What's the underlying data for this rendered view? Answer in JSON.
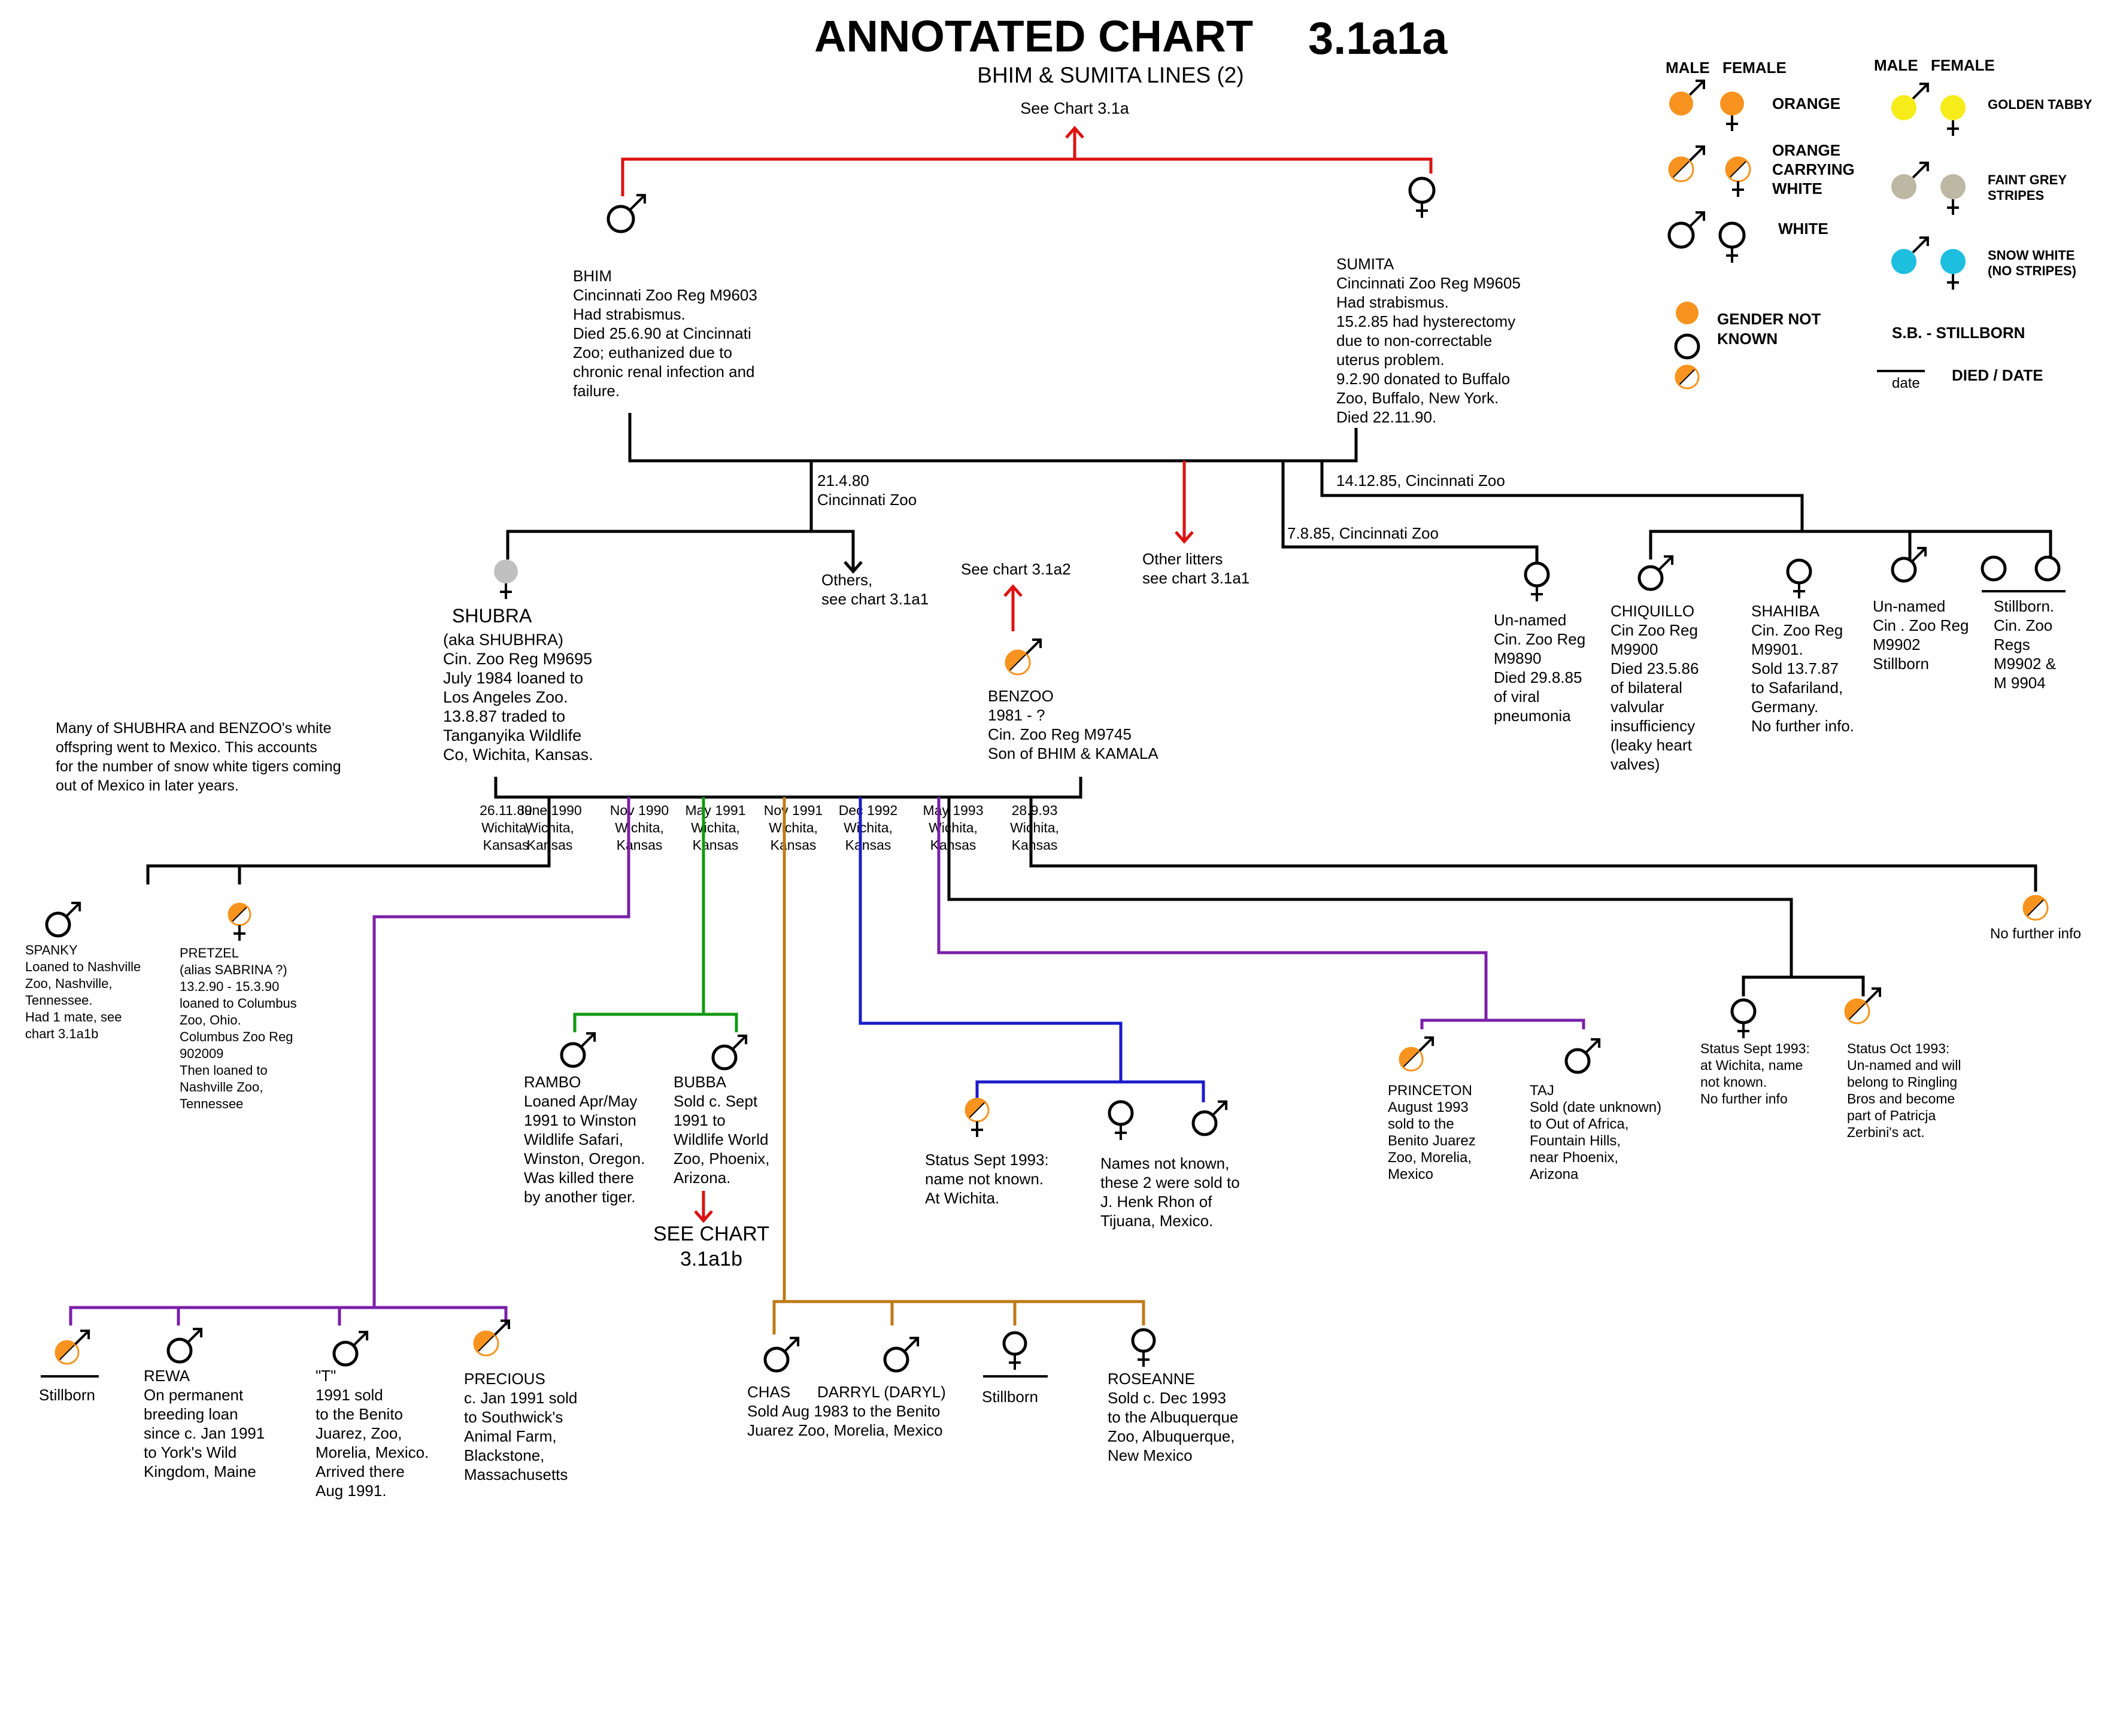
{
  "title": "ANNOTATED CHART",
  "title_number": "3.1a1a",
  "subtitle": "BHIM & SUMITA LINES (2)",
  "top_ref": "See Chart 3.1a",
  "colors": {
    "black": "#000000",
    "red": "#dd1111",
    "purple": "#7a1fa8",
    "green": "#119911",
    "brown": "#bf7a14",
    "blue": "#1a1acc",
    "orange": "#f7931e",
    "golden": "#f5ec1a",
    "grey": "#bdb8a3",
    "cyan": "#1ebedf",
    "shubra_grey": "#c0c0c0"
  },
  "legend": {
    "male": "MALE",
    "female": "FEMALE",
    "orange": "ORANGE",
    "orange_white_1": "ORANGE",
    "orange_white_2": "CARRYING",
    "orange_white_3": "WHITE",
    "white": "WHITE",
    "golden": "GOLDEN TABBY",
    "grey_1": "FAINT GREY",
    "grey_2": "STRIPES",
    "snow_1": "SNOW WHITE",
    "snow_2": "(NO STRIPES)",
    "gnk_1": "GENDER NOT",
    "gnk_2": "KNOWN",
    "sb": "S.B.  - STILLBORN",
    "date": "date",
    "died": "DIED / DATE"
  },
  "bhim": [
    "BHIM",
    "Cincinnati Zoo Reg M9603",
    "Had strabismus.",
    "Died 25.6.90 at Cincinnati",
    "Zoo; euthanized due to",
    "chronic renal infection and",
    "failure."
  ],
  "sumita": [
    "SUMITA",
    "Cincinnati Zoo Reg M9605",
    "Had strabismus.",
    "15.2.85 had hysterectomy",
    "due to non-correctable",
    "uterus problem.",
    "9.2.90 donated to Buffalo",
    "Zoo, Buffalo, New York.",
    "Died 22.11.90."
  ],
  "litter_1980": [
    "21.4.80",
    "Cincinnati Zoo"
  ],
  "others": [
    "Others,",
    "see chart 3.1a1"
  ],
  "see_312": "See chart 3.1a2",
  "other_litters": [
    "Other litters",
    "see chart 3.1a1"
  ],
  "litter_785": "7.8.85, Cincinnati Zoo",
  "litter_1412": "14.12.85, Cincinnati Zoo",
  "shubra_name": "SHUBRA",
  "shubra": [
    "(aka SHUBHRA)",
    "Cin. Zoo Reg M9695",
    "July 1984 loaned to",
    "Los Angeles Zoo.",
    "13.8.87 traded to",
    "Tanganyika Wildlife",
    "Co, Wichita, Kansas."
  ],
  "benzoo": [
    "BENZOO",
    "1981 - ?",
    "Cin. Zoo Reg M9745",
    "Son of BHIM & KAMALA"
  ],
  "note": [
    "Many of SHUBHRA and BENZOO's white",
    "offspring went to Mexico.  This accounts",
    "for the number of snow white tigers coming",
    "out of Mexico in later years."
  ],
  "unnamed_f": [
    "Un-named",
    "Cin. Zoo Reg",
    "M9890",
    "Died 29.8.85",
    "of viral",
    "pneumonia"
  ],
  "chiquillo": [
    "CHIQUILLO",
    "Cin Zoo Reg",
    "M9900",
    "Died 23.5.86",
    "of bilateral",
    "valvular",
    "insufficiency",
    "(leaky heart",
    "valves)"
  ],
  "shahiba": [
    "SHAHIBA",
    "Cin. Zoo Reg",
    "M9901.",
    "Sold 13.7.87",
    "to Safariland,",
    "Germany.",
    "No further info."
  ],
  "unnamed_m": [
    "Un-named",
    "Cin . Zoo Reg",
    "M9902",
    "Stillborn"
  ],
  "stillborn_pair": [
    "Stillborn.",
    "Cin. Zoo",
    "Regs",
    "M9902 &",
    "M 9904"
  ],
  "litters": [
    [
      "26.11.89",
      "Wichita,",
      "Kansas"
    ],
    [
      "June 1990",
      "Wichita,",
      "Kansas"
    ],
    [
      "Nov 1990",
      "Wichita,",
      "Kansas"
    ],
    [
      "May 1991",
      "Wichita,",
      "Kansas"
    ],
    [
      "Nov 1991",
      "Wichita,",
      "Kansas"
    ],
    [
      "Dec 1992",
      "Wichita,",
      "Kansas"
    ],
    [
      "May 1993",
      "Wichita,",
      "Kansas"
    ],
    [
      "28.9.93",
      "Wichita,",
      "Kansas"
    ]
  ],
  "spanky": [
    "SPANKY",
    "Loaned to Nashville",
    "Zoo, Nashville,",
    "Tennessee.",
    "Had 1 mate, see",
    "chart 3.1a1b"
  ],
  "pretzel": [
    "PRETZEL",
    "(alias SABRINA ?)",
    "13.2.90 - 15.3.90",
    "loaned to Columbus",
    "Zoo, Ohio.",
    "Columbus Zoo Reg",
    "902009",
    "Then loaned to",
    "Nashville Zoo,",
    "Tennessee"
  ],
  "rambo": [
    "RAMBO",
    "Loaned Apr/May",
    "1991 to Winston",
    "Wildlife Safari,",
    "Winston, Oregon.",
    "Was killed there",
    "by another tiger."
  ],
  "bubba": [
    "BUBBA",
    "Sold c. Sept",
    "1991 to",
    "Wildlife World",
    "Zoo, Phoenix,",
    "Arizona."
  ],
  "see_chart_b": [
    "SEE CHART",
    "3.1a1b"
  ],
  "status_sept_w": [
    "Status Sept 1993:",
    "name not known.",
    "At Wichita."
  ],
  "names_unknown": [
    "Names not known,",
    "these 2 were sold to",
    "J. Henk Rhon of",
    "Tijuana, Mexico."
  ],
  "princeton": [
    "PRINCETON",
    "August 1993",
    "sold to the",
    "Benito Juarez",
    "Zoo, Morelia,",
    "Mexico"
  ],
  "taj": [
    "TAJ",
    "Sold (date unknown)",
    "to Out of Africa,",
    "Fountain Hills,",
    "near Phoenix,",
    "Arizona"
  ],
  "status_sept_93": [
    "Status Sept 1993:",
    "at Wichita, name",
    "not known.",
    "No further info"
  ],
  "status_oct_93": [
    "Status Oct 1993:",
    "Un-named and will",
    "belong to Ringling",
    "Bros and become",
    "part of Patricja",
    "Zerbini's act."
  ],
  "no_further": "No further info",
  "stillborn_a": "Stillborn",
  "rewa": [
    "REWA",
    "On permanent",
    "breeding loan",
    "since c. Jan 1991",
    "to York's Wild",
    "Kingdom, Maine"
  ],
  "t_tiger": [
    "\"T\"",
    "1991 sold",
    "to the Benito",
    "Juarez, Zoo,",
    "Morelia, Mexico.",
    "Arrived there",
    "Aug 1991."
  ],
  "precious": [
    "PRECIOUS",
    "c. Jan 1991 sold",
    "to Southwick's",
    "Animal Farm,",
    "Blackstone,",
    "Massachusetts"
  ],
  "chas": [
    "CHAS",
    "Sold Aug 1983 to the Benito",
    "Juarez Zoo, Morelia, Mexico"
  ],
  "darryl": "DARRYL (DARYL)",
  "stillborn_b": "Stillborn",
  "roseanne": [
    "ROSEANNE",
    "Sold c. Dec 1993",
    "to the Albuquerque",
    "Zoo, Albuquerque,",
    "New Mexico"
  ]
}
